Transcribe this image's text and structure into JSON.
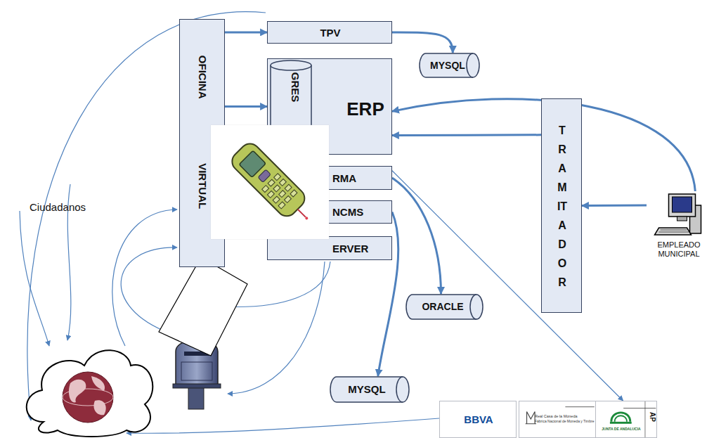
{
  "diagram": {
    "nodes": [
      {
        "text": [
          "OFICINA VIRTUAL"
        ]
      },
      {
        "text": [
          "TPV"
        ]
      },
      {
        "text": [
          "MYSQL"
        ]
      },
      {
        "text": [
          "ERP"
        ]
      },
      {
        "text": [
          "GRES"
        ],
        "in": 3
      },
      {
        "text": [
          "TRAMITADOR"
        ]
      },
      {
        "text": [
          "RMA"
        ]
      },
      {
        "text": [
          "NCMS"
        ]
      },
      {
        "text": [
          "ERVER"
        ]
      },
      {
        "text": [
          "EMPLEADO MUNICIPAL"
        ]
      },
      {
        "text": [
          "ORACLE"
        ]
      },
      {
        "text": [
          "MYSQL"
        ]
      },
      {
        "text": [
          "BBVA"
        ]
      },
      {
        "text": [
          "Real Casa de la Moneda",
          "Fábrica Nacional de Moneda y Timbre"
        ]
      },
      {
        "text": [
          "JUNTA DE ANDALUCIA",
          "AP"
        ]
      }
    ],
    "edges": [
      {
        "from": 0,
        "to": 1,
        "arrow": "to"
      },
      {
        "from": 0,
        "to": 3,
        "arrow": "to"
      },
      {
        "from": 1,
        "to": 2,
        "arrow": "to"
      },
      {
        "from": 5,
        "to": 3,
        "arrow": "to"
      },
      {
        "from": 9,
        "to": 3,
        "arrow": "to"
      },
      {
        "from": 9,
        "to": 5,
        "arrow": "to"
      },
      {
        "from": 6,
        "to": 10,
        "arrow": "to"
      },
      {
        "from": 6,
        "to": 14,
        "arrow": "to"
      },
      {
        "from": 7,
        "to": 11,
        "arrow": "to"
      }
    ],
    "labels": [
      "Ciudadanos"
    ]
  }
}
